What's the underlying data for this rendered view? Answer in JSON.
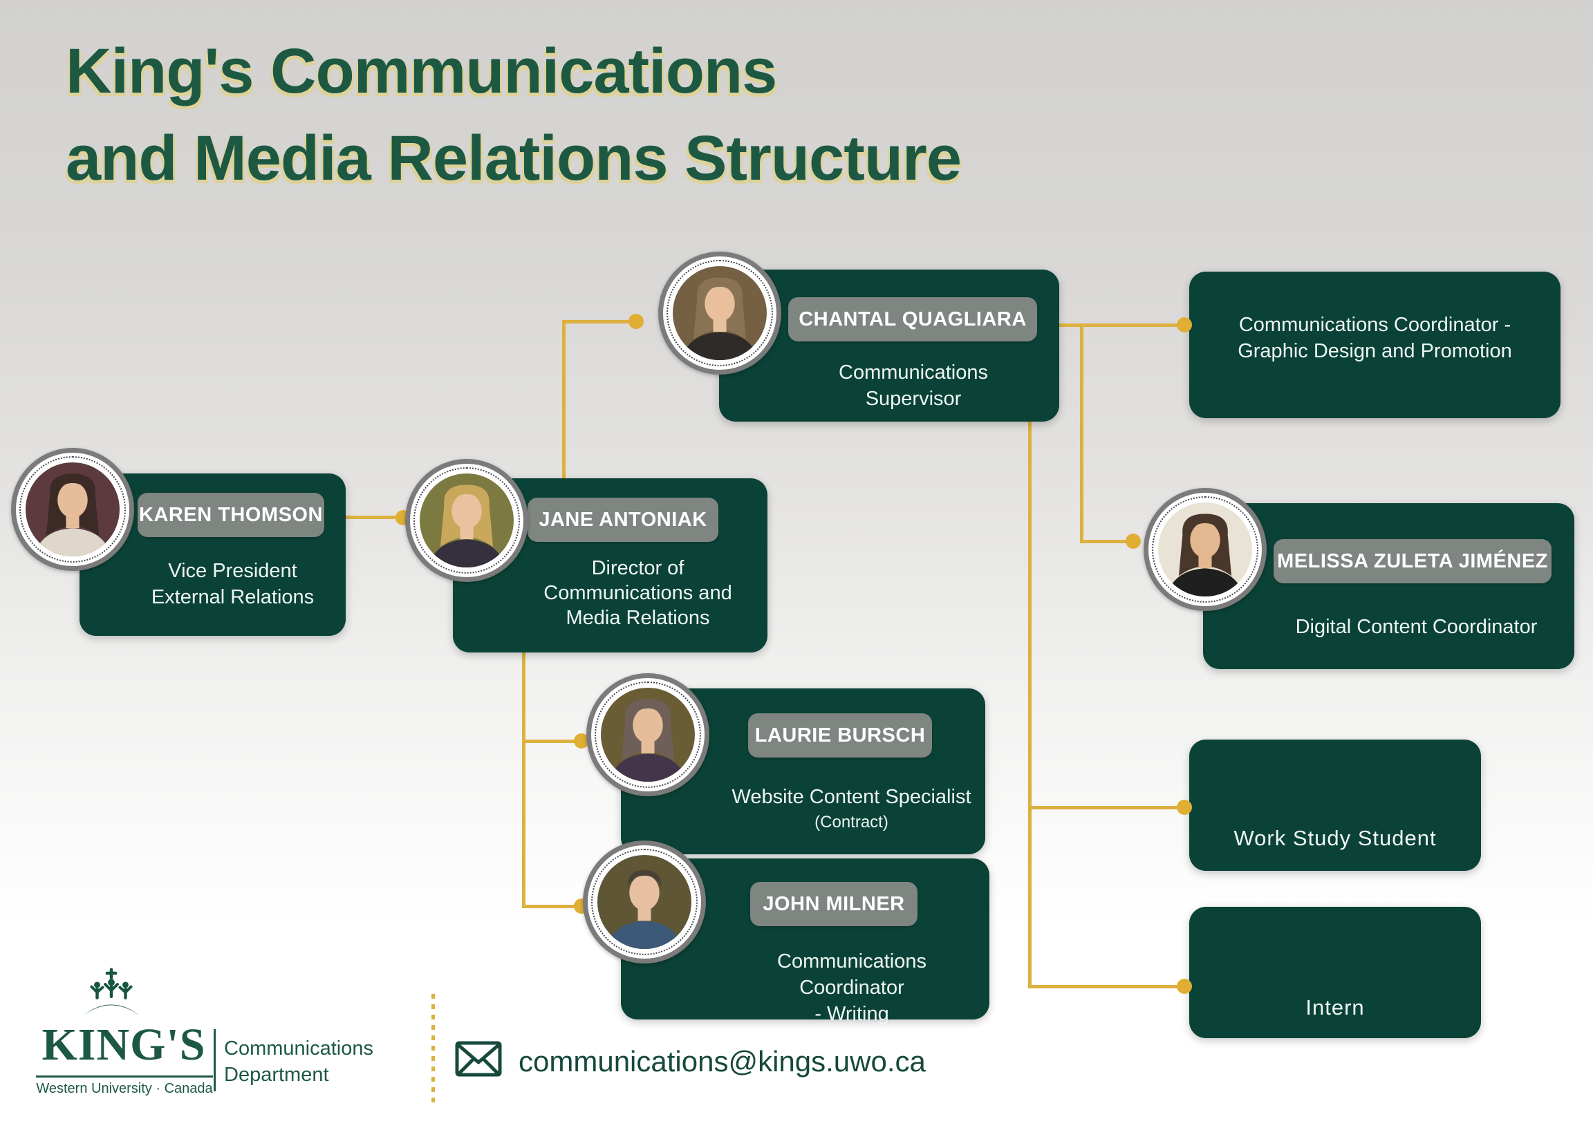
{
  "title": {
    "line1": "King's Communications",
    "line2": "and Media Relations Structure"
  },
  "people": {
    "karen": {
      "name": "KAREN THOMSON",
      "role_lines": [
        "Vice President",
        "External Relations"
      ],
      "avatar": {
        "bg": "#5c3a3e",
        "hair": "#3b2a26",
        "skin": "#e6bd9a",
        "shirt": "#ded7ca",
        "long_hair": true
      }
    },
    "jane": {
      "name": "JANE ANTONIAK",
      "role_lines": [
        "Director of",
        "Communications and",
        "Media Relations"
      ],
      "avatar": {
        "bg": "#7c7a40",
        "hair": "#c9a85c",
        "skin": "#e9c2a0",
        "shirt": "#35303c",
        "long_hair": true
      }
    },
    "chantal": {
      "name": "CHANTAL QUAGLIARA",
      "role_lines": [
        "Communications",
        "Supervisor"
      ],
      "avatar": {
        "bg": "#756044",
        "hair": "#8a7354",
        "skin": "#e8c09c",
        "shirt": "#2e2b29",
        "long_hair": true
      }
    },
    "melissa": {
      "name": "MELISSA ZULETA JIMÉNEZ",
      "role_lines": [
        "Digital Content Coordinator"
      ],
      "avatar": {
        "bg": "#e9e3d5",
        "hair": "#4a372c",
        "skin": "#e3b890",
        "shirt": "#1f1f1f",
        "long_hair": true
      }
    },
    "laurie": {
      "name": "LAURIE BURSCH",
      "role_lines": [
        "Website Content Specialist"
      ],
      "role_note": "(Contract)",
      "avatar": {
        "bg": "#6a5c35",
        "hair": "#6e5f58",
        "skin": "#e6bd9a",
        "shirt": "#43354a",
        "long_hair": true
      }
    },
    "john": {
      "name": "JOHN MILNER",
      "role_lines": [
        "Communications Coordinator",
        "- Writing"
      ],
      "avatar": {
        "bg": "#5f5636",
        "hair": "#4a4136",
        "skin": "#e6c0a0",
        "shirt": "#3c5a78",
        "long_hair": false
      }
    }
  },
  "vacant_roles": {
    "graphic": {
      "lines": [
        "Communications Coordinator -",
        "Graphic Design and Promotion"
      ]
    },
    "work_study": {
      "label": "Work Study Student"
    },
    "intern": {
      "label": "Intern"
    }
  },
  "footer": {
    "logo_wordmark": "KING'S",
    "logo_sub": "Western University · Canada",
    "dept_line1": "Communications",
    "dept_line2": "Department",
    "email": "communications@kings.uwo.ca"
  },
  "colors": {
    "card": "#0b4237",
    "badge": "#7f8580",
    "line": "#dcb13f",
    "line-dot": "#e0ae33",
    "ink": "#1d5942",
    "shadow": "#ddd29b",
    "email": "#16493c"
  }
}
